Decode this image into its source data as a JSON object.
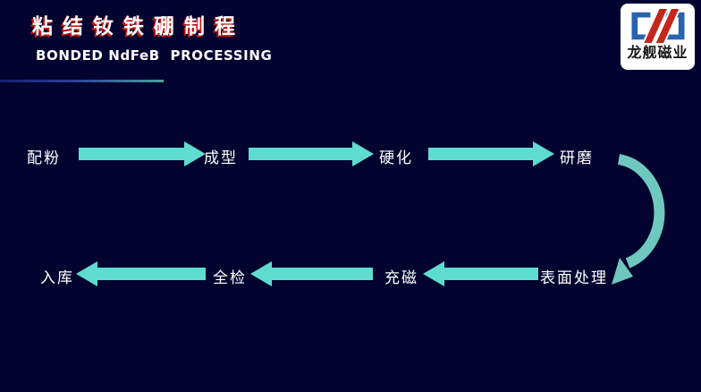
{
  "header": {
    "title": "粘结钕铁硼制程",
    "subtitle": "BONDED NdFeB  PROCESSING"
  },
  "logo": {
    "company": "龙舰磁业"
  },
  "flow": {
    "steps": [
      {
        "label": "配粉"
      },
      {
        "label": "成型"
      },
      {
        "label": "硬化"
      },
      {
        "label": "研磨"
      },
      {
        "label": "表面处理"
      },
      {
        "label": "充磁"
      },
      {
        "label": "全检"
      },
      {
        "label": "入库"
      }
    ]
  },
  "colors": {
    "background": "#03032f",
    "arrow": "#5fdcd0",
    "curve": "#6fc8bd",
    "title_text": "#ffffff",
    "title_shadow": "#c81414",
    "accent_line_start": "#141f6e",
    "accent_line_mid": "#2b3f9e",
    "accent_line_end": "#4a9f9b",
    "logo_blue": "#2a63ad",
    "logo_red": "#c4261d",
    "logo_text": "#161616"
  }
}
